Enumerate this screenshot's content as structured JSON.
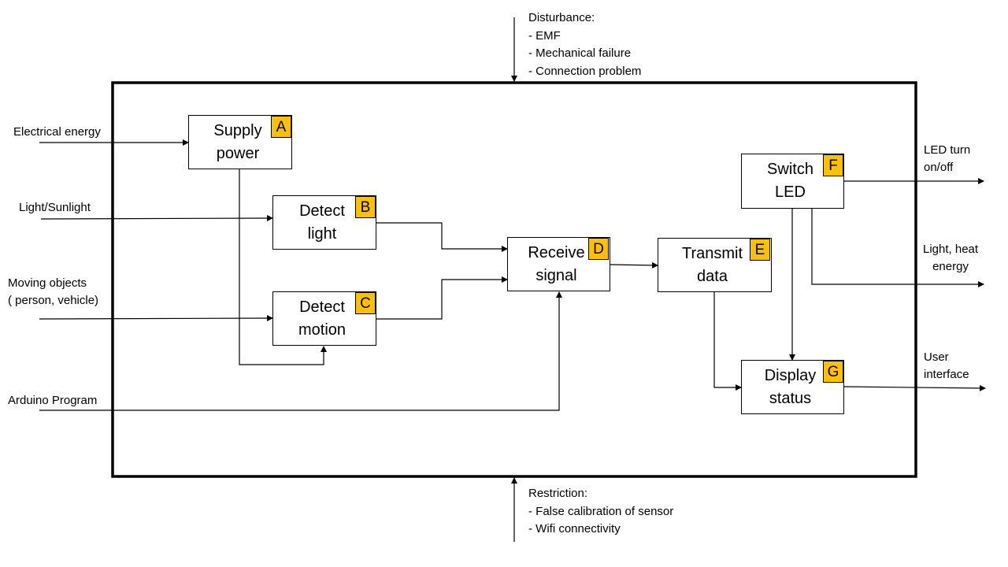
{
  "inputs": {
    "electrical": "Electrical energy",
    "light": "Light/Sunlight",
    "moving_line1": "Moving objects",
    "moving_line2": "( person, vehicle)",
    "arduino": "Arduino Program"
  },
  "outputs": {
    "led_line1": "LED turn",
    "led_line2": "on/off",
    "heat_line1": "Light, heat",
    "heat_line2": "energy",
    "ui_line1": "User",
    "ui_line2": "interface"
  },
  "disturbance": {
    "title": "Disturbance:",
    "items": [
      "- EMF",
      "- Mechanical failure",
      "- Connection problem"
    ]
  },
  "restriction": {
    "title": "Restriction:",
    "items": [
      "- False calibration of sensor",
      "- Wifi connectivity"
    ]
  },
  "functions": {
    "A": {
      "tag": "A",
      "line1": "Supply",
      "line2": "power"
    },
    "B": {
      "tag": "B",
      "line1": "Detect",
      "line2": "light"
    },
    "C": {
      "tag": "C",
      "line1": "Detect",
      "line2": "motion"
    },
    "D": {
      "tag": "D",
      "line1": "Receive",
      "line2": "signal"
    },
    "E": {
      "tag": "E",
      "line1": "Transmit",
      "line2": "data"
    },
    "F": {
      "tag": "F",
      "line1": "Switch",
      "line2": "LED"
    },
    "G": {
      "tag": "G",
      "line1": "Display",
      "line2": "status"
    }
  },
  "colors": {
    "tag_fill": "#ffc000",
    "line": "#000000"
  }
}
